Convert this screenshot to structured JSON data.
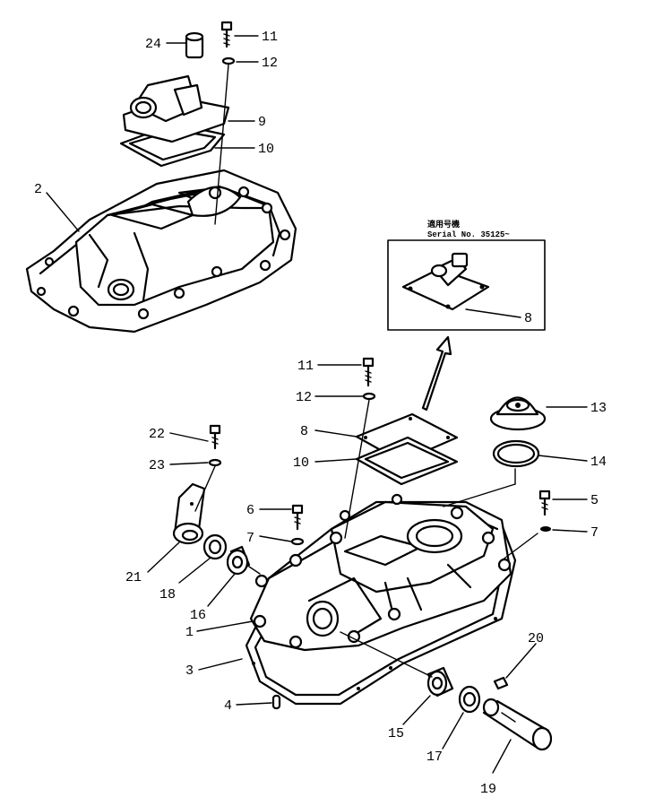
{
  "serial_note": {
    "line1": "適用号機",
    "line2": "Serial No. 35125~"
  },
  "callouts": [
    "1",
    "2",
    "3",
    "4",
    "5",
    "6",
    "7",
    "7",
    "8",
    "8",
    "9",
    "10",
    "10",
    "11",
    "11",
    "12",
    "12",
    "13",
    "14",
    "15",
    "16",
    "17",
    "18",
    "19",
    "20",
    "21",
    "22",
    "23",
    "24"
  ]
}
